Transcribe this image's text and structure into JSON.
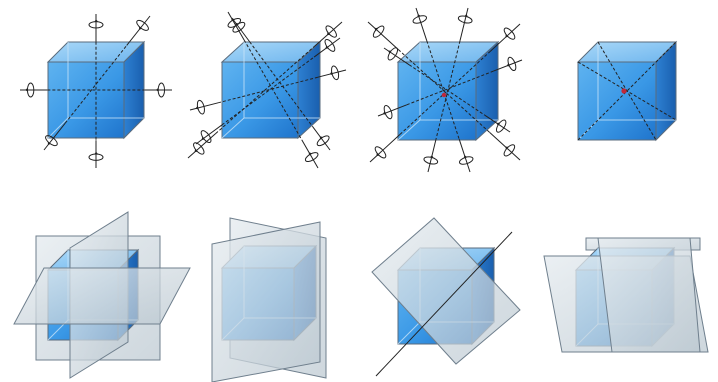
{
  "colors": {
    "background": "#ffffff",
    "cube_front": "#3f9ee8",
    "cube_front_dark": "#1f78d1",
    "cube_top": "#8fcaf4",
    "cube_side": "#2473c4",
    "edge": "#5a6b7c",
    "axis": "#222222",
    "center_dot": "#c0283a",
    "plane_fill": "#cfd8df",
    "plane_edge": "#6f7f8d"
  },
  "figures": {
    "top_row": [
      {
        "kind": "fourfold-rotation-axes"
      },
      {
        "kind": "twofold-rotation-axes"
      },
      {
        "kind": "threefold-rotation-axes"
      },
      {
        "kind": "inversion-center"
      }
    ],
    "bottom_row": [
      {
        "kind": "axial-mirror-planes"
      },
      {
        "kind": "vertical-mirror-plane-pair"
      },
      {
        "kind": "diagonal-mirror-plane"
      },
      {
        "kind": "horizontal-diagonal-mirror-plane"
      }
    ]
  }
}
